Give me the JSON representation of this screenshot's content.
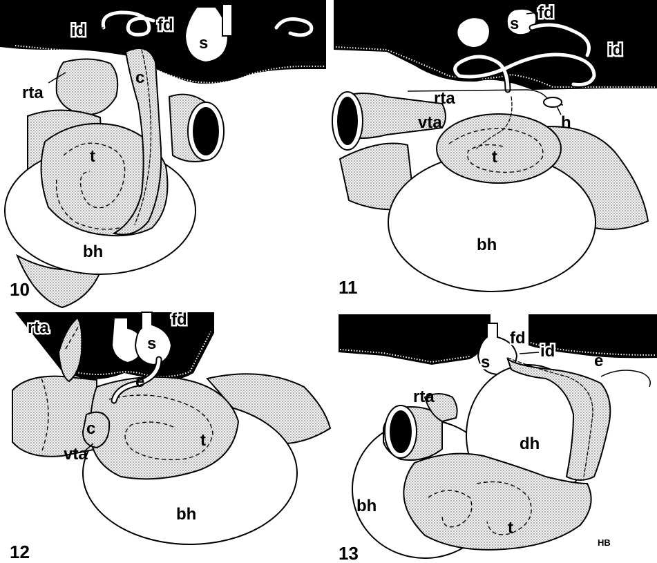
{
  "plate": {
    "panels": [
      {
        "number": "10",
        "labels": {
          "id": "id",
          "fd": "fd",
          "s": "s",
          "rta": "rta",
          "c": "c",
          "t": "t",
          "bh": "bh"
        }
      },
      {
        "number": "11",
        "labels": {
          "fd": "fd",
          "s": "s",
          "id": "id",
          "rta": "rta",
          "vta": "vta",
          "h": "h",
          "t": "t",
          "bh": "bh"
        }
      },
      {
        "number": "12",
        "labels": {
          "rta": "rta",
          "fd": "fd",
          "s": "s",
          "e": "e",
          "c": "c",
          "t": "t",
          "vta": "vta",
          "bh": "bh"
        }
      },
      {
        "number": "13",
        "labels": {
          "fd": "fd",
          "s": "s",
          "id": "id",
          "rta": "rta",
          "e": "e",
          "dh": "dh",
          "bh": "bh",
          "t": "t"
        }
      }
    ],
    "artist_mark": "HB"
  }
}
